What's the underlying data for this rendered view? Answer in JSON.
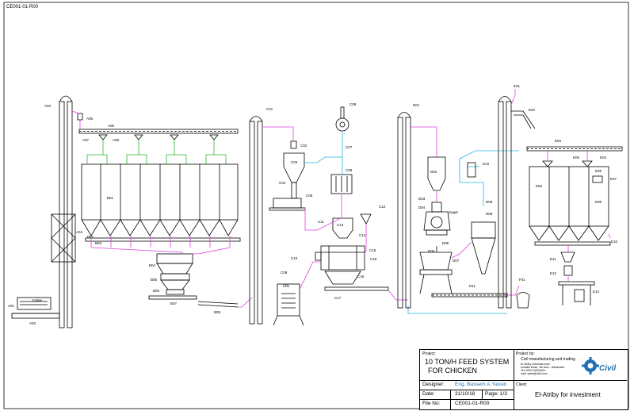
{
  "drawing_ref": "CE001-01-R00",
  "title_block": {
    "project_label": "Project:",
    "project_title_line1": "10 TON/H FEED SYSTEM",
    "project_title_line2": "FOR CHICKEN",
    "project_by_label": "Project by:",
    "company_name": "Civil manufacturing and trading",
    "company_line1": "El-Atriby Industrial zone",
    "company_line2": "Ismailia Road, 4th floor - Alexandria",
    "company_line3": "Tel: 0020 00000000",
    "company_line4": "mail: sales@civil.com",
    "logo_text": "Civil",
    "designer_label": "Designer:",
    "designer_value": "Eng. Bassem A.Yassin",
    "date_label": "Date:",
    "date_value": "31/10/18",
    "page_label": "Page: 1/3",
    "client_label": "Client:",
    "client_value": "El-Atriby for investment",
    "file_label": "File No:",
    "file_value": "CE001-01-R00"
  },
  "labels": {
    "A01": "A01",
    "A02": "A02",
    "A03": "A03",
    "A04": "A04",
    "A05": "A05",
    "A06": "A06",
    "A07": "A07",
    "A08": "A08",
    "B01": "B01",
    "B02": "B02",
    "B03": "B03",
    "B04": "B04",
    "B05": "B05",
    "B06": "B06",
    "B07": "B07",
    "B08": "B08",
    "C01": "C01",
    "C02": "C02",
    "C03": "C03",
    "C04": "C04",
    "C05": "C05",
    "C06": "C06",
    "C07": "C07",
    "C08": "C08",
    "C09": "C09",
    "C10": "C10",
    "C11": "C11",
    "C12": "C12",
    "C13": "C13",
    "C14": "C14",
    "C15": "C15",
    "C16": "C16",
    "C17": "C17",
    "C18": "C18",
    "D01": "D01",
    "D02": "D02",
    "D03": "D03",
    "D04": "D04",
    "D05": "D05",
    "D06": "D06",
    "D07": "D07",
    "D08": "D08",
    "D09": "D09",
    "D10": "D10",
    "D11": "D11",
    "E01": "E01",
    "E02": "E02",
    "E03": "E03",
    "E04": "E04",
    "E05": "E05",
    "E06": "E06",
    "E07": "E07",
    "E08": "E08",
    "E09": "E09",
    "E10": "E10",
    "E11": "E11",
    "E12": "E12",
    "E13": "E13",
    "F01": "F01",
    "intake": "Intake",
    "oil": "OIL",
    "sugar": "Sugar"
  },
  "colors": {
    "line": "#000000",
    "magenta": "#e040e0",
    "cyan": "#22b8d8",
    "green": "#2db52d",
    "logo_blue": "#1f6fb2"
  }
}
